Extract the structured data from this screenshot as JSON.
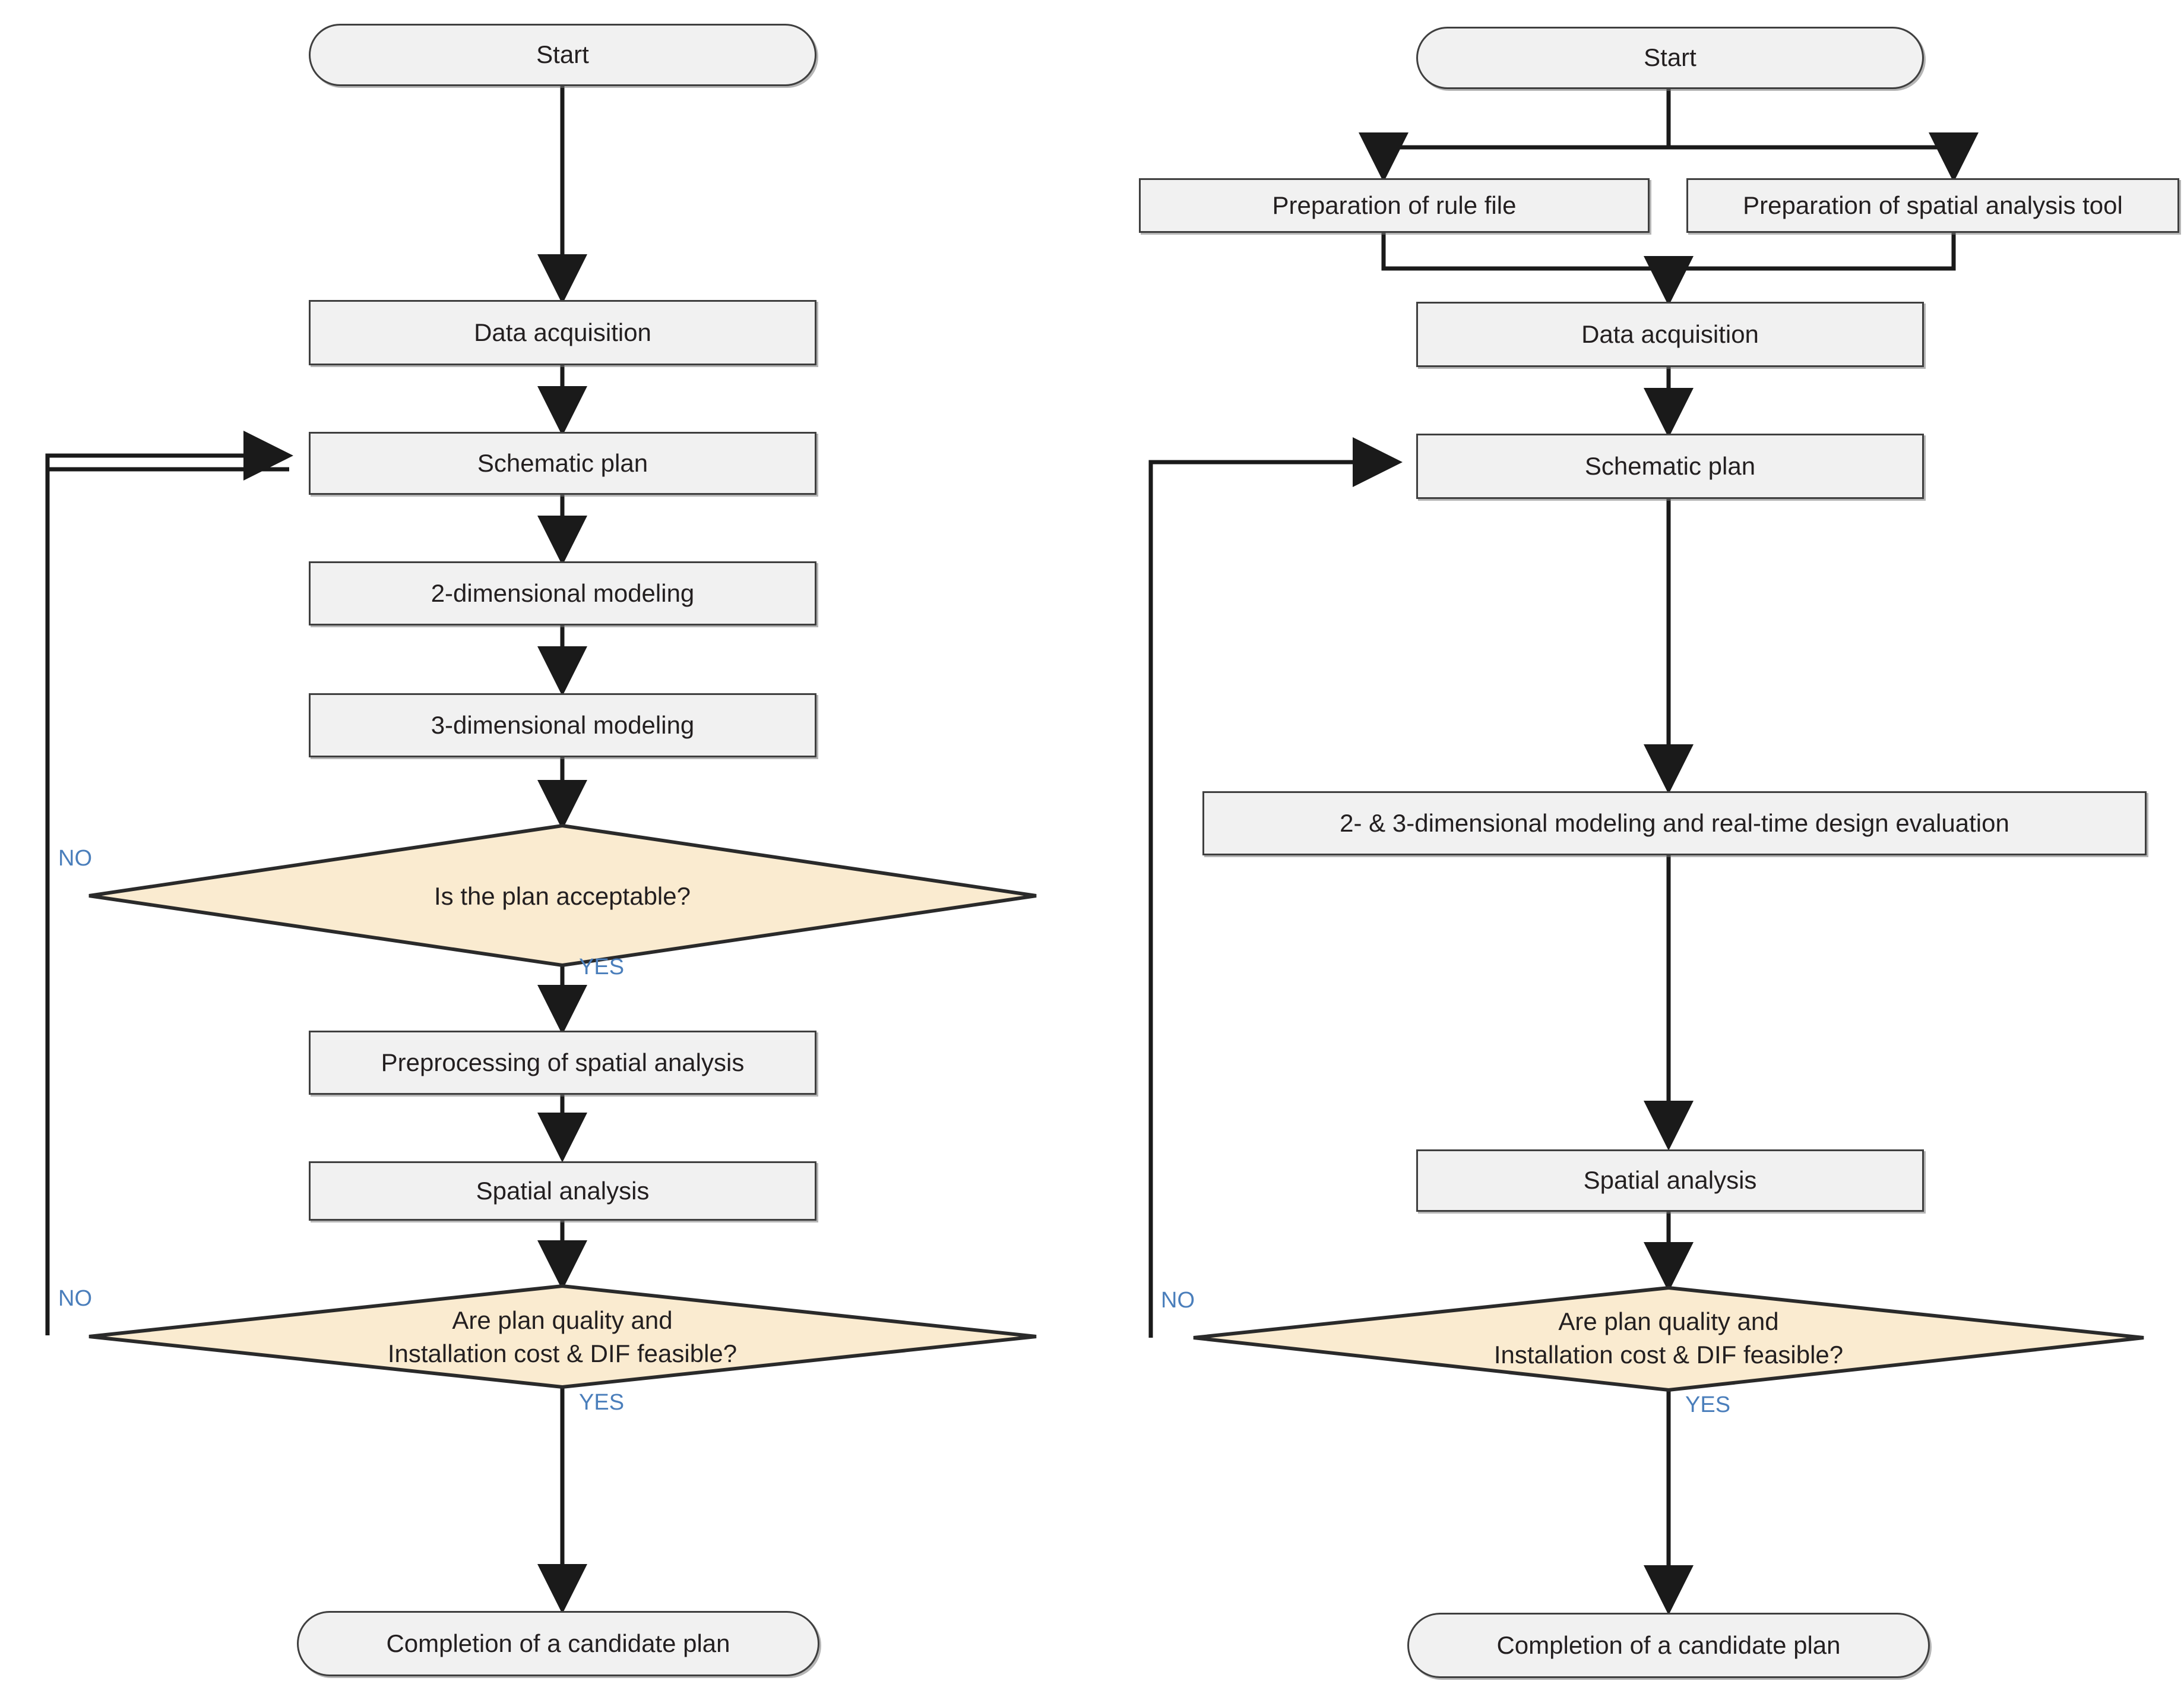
{
  "diagram": {
    "title_present": false,
    "colors": {
      "process_fill": "#f1f1f1",
      "decision_fill": "#faebd0",
      "stroke": "#3f3f3f",
      "text": "#231f20",
      "edge_label": "#4a7ebb",
      "background": "#ffffff"
    },
    "shared_labels": {
      "yes": "YES",
      "no": "NO"
    }
  },
  "left_flowchart": {
    "name": "conventional-design-workflow",
    "nodes": {
      "start": {
        "label": "Start",
        "shape": "terminal"
      },
      "data_acquisition": {
        "label": "Data acquisition",
        "shape": "process"
      },
      "schematic_plan": {
        "label": "Schematic plan",
        "shape": "process"
      },
      "modeling_2d": {
        "label": "2-dimensional modeling",
        "shape": "process"
      },
      "modeling_3d": {
        "label": "3-dimensional modeling",
        "shape": "process"
      },
      "decision_plan_acceptable": {
        "label": "Is the plan acceptable?",
        "shape": "decision"
      },
      "preprocessing": {
        "label": "Preprocessing of spatial analysis",
        "shape": "process"
      },
      "spatial_analysis": {
        "label": "Spatial analysis",
        "shape": "process"
      },
      "decision_feasible_line1": "Are plan quality and",
      "decision_feasible_line2": "Installation cost & DIF feasible?",
      "completion": {
        "label": "Completion of a candidate plan",
        "shape": "terminal"
      }
    },
    "edge_labels": {
      "acceptable_no": "NO",
      "acceptable_yes": "YES",
      "feasible_no": "NO",
      "feasible_yes": "YES"
    }
  },
  "right_flowchart": {
    "name": "proposed-design-workflow",
    "nodes": {
      "start": {
        "label": "Start",
        "shape": "terminal"
      },
      "prep_rule_file": {
        "label": "Preparation of rule file",
        "shape": "process"
      },
      "prep_spatial_tool": {
        "label": "Preparation of spatial analysis tool",
        "shape": "process"
      },
      "data_acquisition": {
        "label": "Data acquisition",
        "shape": "process"
      },
      "schematic_plan": {
        "label": "Schematic plan",
        "shape": "process"
      },
      "modeling_realtime": {
        "label": "2- & 3-dimensional modeling and real-time design evaluation",
        "shape": "process"
      },
      "spatial_analysis": {
        "label": "Spatial analysis",
        "shape": "process"
      },
      "decision_feasible_line1": "Are plan quality and",
      "decision_feasible_line2": "Installation cost & DIF feasible?",
      "completion": {
        "label": "Completion of a candidate plan",
        "shape": "terminal"
      }
    },
    "edge_labels": {
      "feasible_no": "NO",
      "feasible_yes": "YES"
    }
  }
}
